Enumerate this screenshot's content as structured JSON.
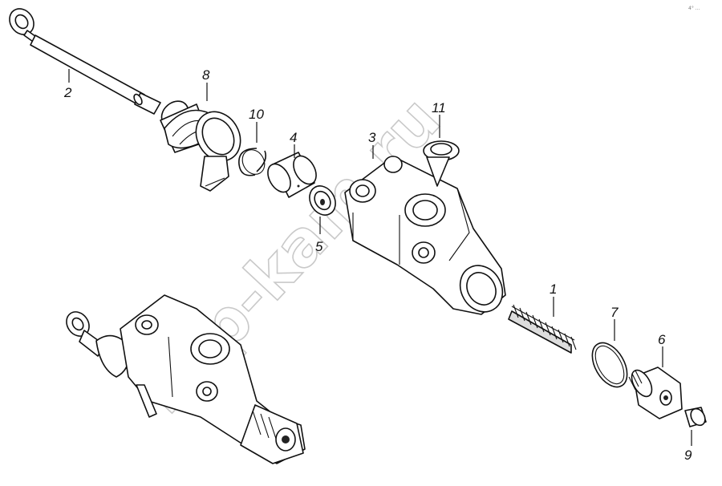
{
  "watermark": "kap-kam.ru",
  "corner_mark": "4° ...",
  "callouts": [
    "1",
    "2",
    "3",
    "4",
    "5",
    "6",
    "7",
    "8",
    "9",
    "10",
    "11"
  ]
}
